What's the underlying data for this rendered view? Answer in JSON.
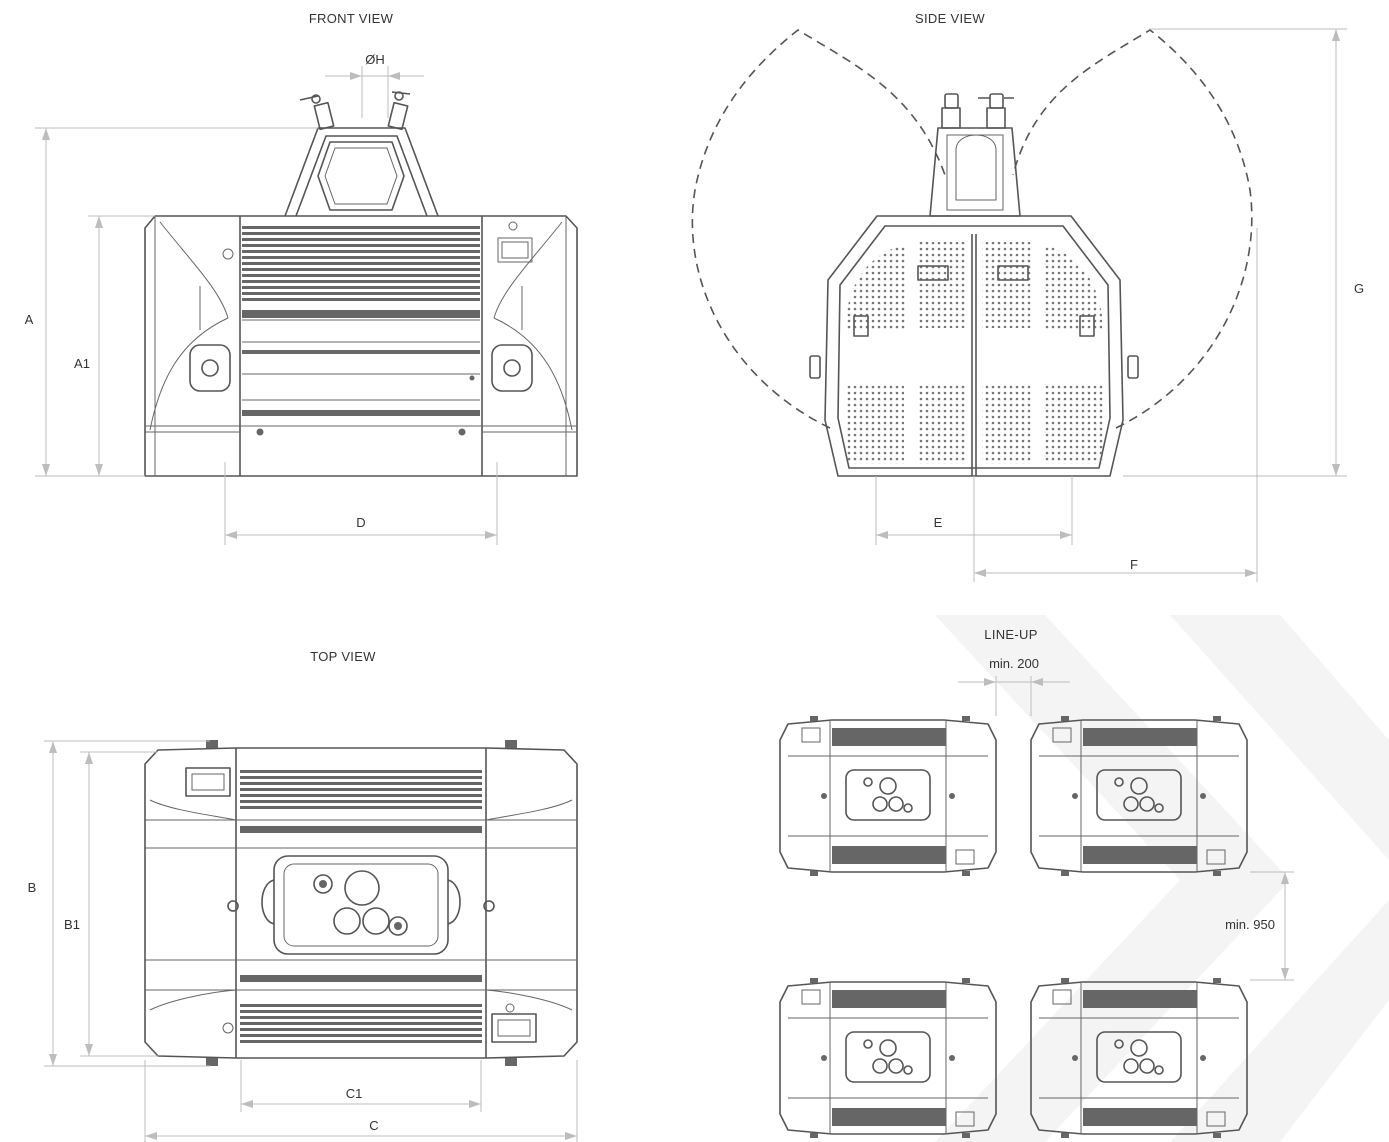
{
  "views": {
    "front": "FRONT VIEW",
    "side": "SIDE VIEW",
    "top": "TOP VIEW",
    "lineup": "LINE-UP"
  },
  "dims": {
    "A": "A",
    "A1": "A1",
    "H": "ØH",
    "D": "D",
    "E": "E",
    "F": "F",
    "G": "G",
    "B": "B",
    "B1": "B1",
    "C": "C",
    "C1": "C1",
    "min200": "min. 200",
    "min950": "min. 950"
  },
  "colors": {
    "line": "#555555",
    "dimension": "#bdbdbd",
    "watermark": "#f3f3f3"
  }
}
